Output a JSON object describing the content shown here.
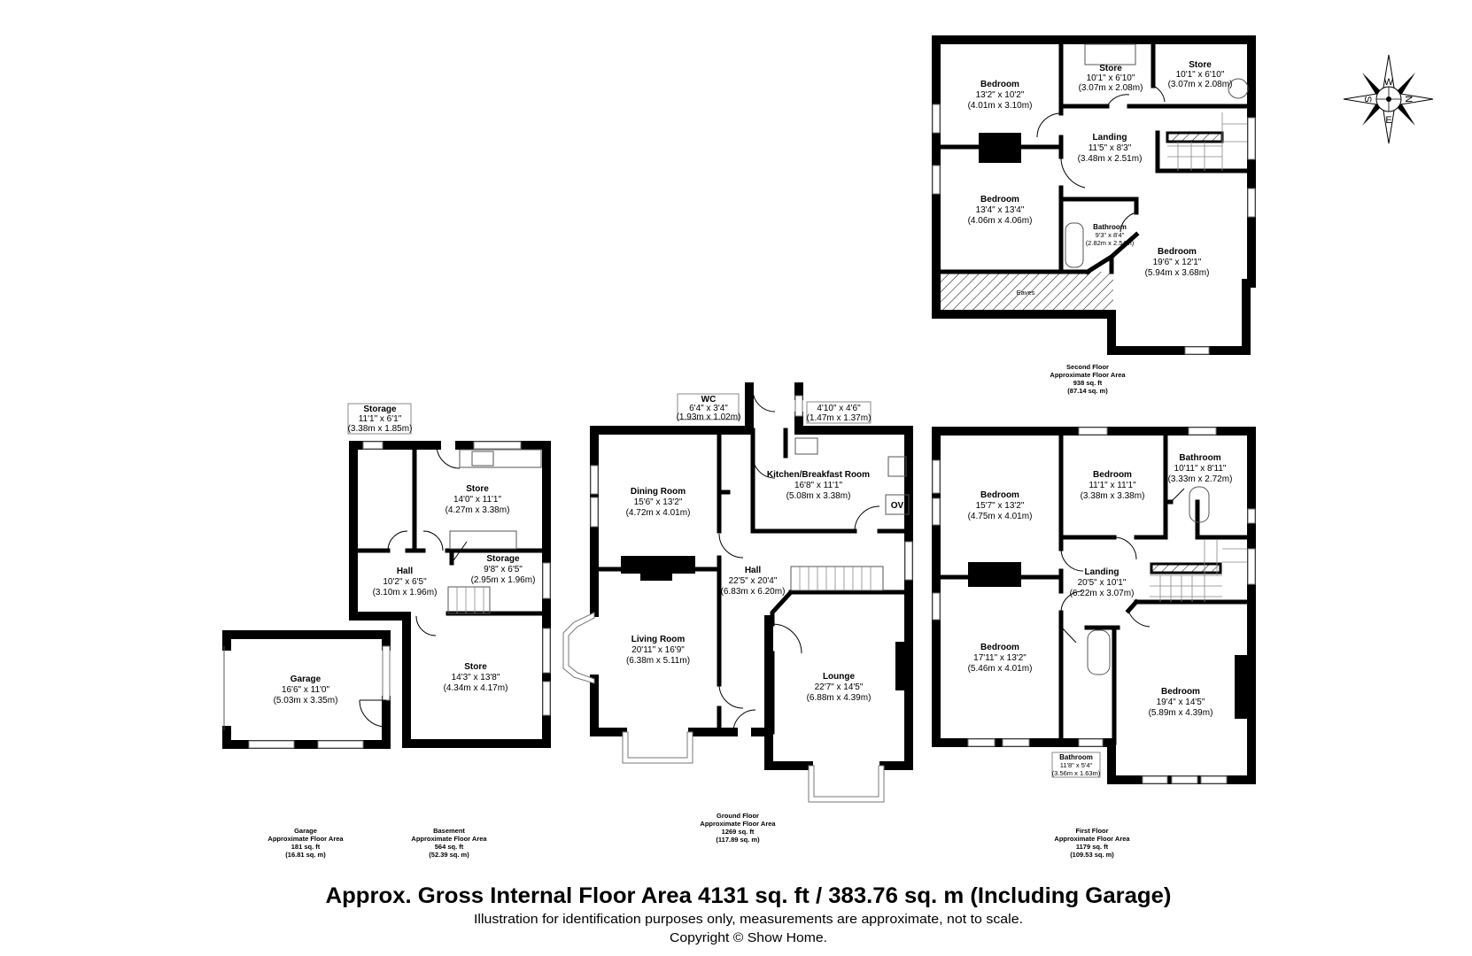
{
  "title": "Approx. Gross Internal Floor Area 4131 sq. ft / 383.76 sq. m (Including Garage)",
  "disclaimer": "Illustration for identification purposes only, measurements are approximate, not to scale.",
  "copyright": "Copyright © Show Home.",
  "compass": {
    "north": "N",
    "south": "S",
    "east": "E",
    "west": "W"
  },
  "floors": {
    "garage": {
      "caption": {
        "name": "Garage",
        "label": "Approximate Floor Area",
        "sqft": "181 sq. ft",
        "sqm": "(16.81 sq. m)"
      },
      "rooms": [
        {
          "name": "Garage",
          "imperial": "16'6\" x 11'0\"",
          "metric": "(5.03m x 3.35m)"
        }
      ]
    },
    "basement": {
      "caption": {
        "name": "Basement",
        "label": "Approximate Floor Area",
        "sqft": "564 sq. ft",
        "sqm": "(52.39 sq. m)"
      },
      "rooms": [
        {
          "name": "Storage",
          "imperial": "11'1\" x 6'1\"",
          "metric": "(3.38m x 1.85m)"
        },
        {
          "name": "Store",
          "imperial": "14'0\" x 11'1\"",
          "metric": "(4.27m x 3.38m)"
        },
        {
          "name": "Hall",
          "imperial": "10'2\" x 6'5\"",
          "metric": "(3.10m x 1.96m)"
        },
        {
          "name": "Storage",
          "imperial": "9'8\" x 6'5\"",
          "metric": "(2.95m x 1.96m)"
        },
        {
          "name": "Store",
          "imperial": "14'3\" x 13'8\"",
          "metric": "(4.34m x 4.17m)"
        }
      ]
    },
    "ground": {
      "caption": {
        "name": "Ground Floor",
        "label": "Approximate Floor Area",
        "sqft": "1269 sq. ft",
        "sqm": "(117.89 sq. m)"
      },
      "rooms": [
        {
          "name": "WC",
          "imperial": "6'4\" x 3'4\"",
          "metric": "(1.93m x 1.02m)"
        },
        {
          "name": "",
          "imperial": "4'10\" x 4'6\"",
          "metric": "(1.47m x 1.37m)"
        },
        {
          "name": "Dining Room",
          "imperial": "15'6\" x 13'2\"",
          "metric": "(4.72m x 4.01m)"
        },
        {
          "name": "Kitchen/Breakfast Room",
          "imperial": "16'8\" x 11'1\"",
          "metric": "(5.08m x 3.38m)"
        },
        {
          "name": "Hall",
          "imperial": "22'5\" x 20'4\"",
          "metric": "(6.83m x 6.20m)"
        },
        {
          "name": "Living Room",
          "imperial": "20'11\" x 16'9\"",
          "metric": "(6.38m x 5.11m)"
        },
        {
          "name": "Lounge",
          "imperial": "22'7\" x 14'5\"",
          "metric": "(6.88m x 4.39m)"
        }
      ],
      "oven_label": "OV"
    },
    "first": {
      "caption": {
        "name": "First Floor",
        "label": "Approximate Floor Area",
        "sqft": "1179 sq. ft",
        "sqm": "(109.53 sq. m)"
      },
      "rooms": [
        {
          "name": "Bedroom",
          "imperial": "15'7\" x 13'2\"",
          "metric": "(4.75m x 4.01m)"
        },
        {
          "name": "Bedroom",
          "imperial": "11'1\" x 11'1\"",
          "metric": "(3.38m x 3.38m)"
        },
        {
          "name": "Bathroom",
          "imperial": "10'11\" x 8'11\"",
          "metric": "(3.33m x 2.72m)"
        },
        {
          "name": "Landing",
          "imperial": "20'5\" x 10'1\"",
          "metric": "(6.22m x 3.07m)"
        },
        {
          "name": "Bedroom",
          "imperial": "17'11\" x 13'2\"",
          "metric": "(5.46m x 4.01m)"
        },
        {
          "name": "Bedroom",
          "imperial": "19'4\" x 14'5\"",
          "metric": "(5.89m x 4.39m)"
        },
        {
          "name": "Bathroom",
          "imperial": "11'8\" x 5'4\"",
          "metric": "(3.56m x 1.63m)"
        }
      ]
    },
    "second": {
      "caption": {
        "name": "Second Floor",
        "label": "Approximate Floor Area",
        "sqft": "938 sq. ft",
        "sqm": "(87.14 sq. m)"
      },
      "rooms": [
        {
          "name": "Bedroom",
          "imperial": "13'2\" x 10'2\"",
          "metric": "(4.01m x 3.10m)"
        },
        {
          "name": "Store",
          "imperial": "10'1\" x 6'10\"",
          "metric": "(3.07m x 2.08m)"
        },
        {
          "name": "Store",
          "imperial": "10'1\" x 6'10\"",
          "metric": "(3.07m x 2.08m)"
        },
        {
          "name": "Landing",
          "imperial": "11'5\" x 8'3\"",
          "metric": "(3.48m x 2.51m)"
        },
        {
          "name": "Bedroom",
          "imperial": "13'4\" x 13'4\"",
          "metric": "(4.06m x 4.06m)"
        },
        {
          "name": "Bathroom",
          "imperial": "9'3\" x 8'4\"",
          "metric": "(2.82m x 2.54m)"
        },
        {
          "name": "Bedroom",
          "imperial": "19'6\" x 12'1\"",
          "metric": "(5.94m x 3.68m)"
        }
      ],
      "eaves_label": "Eaves"
    }
  }
}
